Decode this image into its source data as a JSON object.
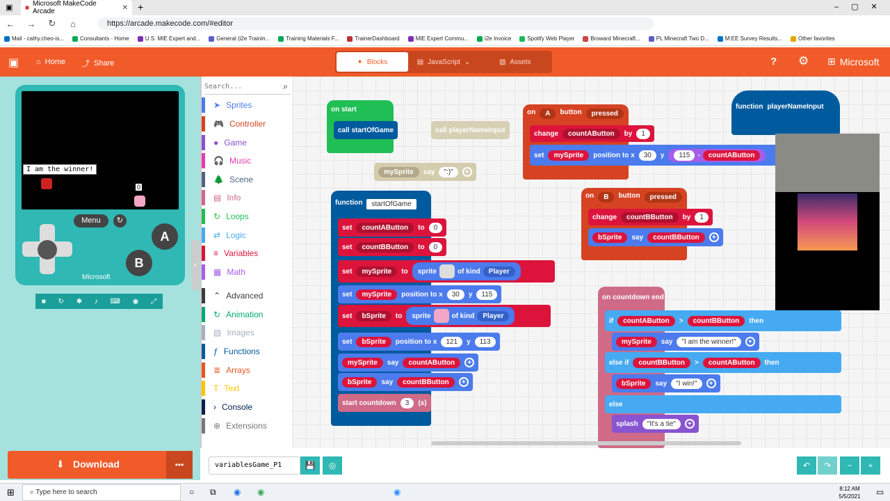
{
  "browser": {
    "tab_title": "Microsoft MakeCode Arcade",
    "url": "https://arcade.makecode.com/#editor",
    "bookmarks": [
      "Mail - cathy.cheo-is...",
      "Consultants - Home",
      "U.S. MIE Expert and...",
      "General (i2e Trainin...",
      "Training Materials F...",
      "TrainerDashboard",
      "MIE Expert Commu...",
      "i2e Invoice",
      "Spotify Web Player",
      "Broward Minecraft...",
      "PL Minecraft Two D...",
      "M:EE Survey Results...",
      "Other favorites"
    ]
  },
  "topbar": {
    "home": "Home",
    "share": "Share",
    "brand": "Microsoft"
  },
  "modes": {
    "blocks": "Blocks",
    "javascript": "JavaScript",
    "assets": "Assets"
  },
  "simulator": {
    "say_text": "I am the winner!",
    "score": "0",
    "menu": "Menu",
    "a": "A",
    "b": "B",
    "brand": "Microsoft"
  },
  "download": {
    "label": "Download",
    "more": "•••"
  },
  "search": {
    "placeholder": "Search..."
  },
  "categories": [
    {
      "label": "Sprites",
      "color": "#4b7bec"
    },
    {
      "label": "Controller",
      "color": "#d54322"
    },
    {
      "label": "Game",
      "color": "#8854d0"
    },
    {
      "label": "Music",
      "color": "#e63cb3"
    },
    {
      "label": "Scene",
      "color": "#4b6584"
    },
    {
      "label": "Info",
      "color": "#cf6a87"
    },
    {
      "label": "Loops",
      "color": "#20bf55"
    },
    {
      "label": "Logic",
      "color": "#45aaf2"
    },
    {
      "label": "Variables",
      "color": "#dc143c"
    },
    {
      "label": "Math",
      "color": "#a55eea"
    },
    {
      "label": "Advanced",
      "color": "#3c3c3c"
    },
    {
      "label": "Animation",
      "color": "#03aa74"
    },
    {
      "label": "Images",
      "color": "#a5b1c2"
    },
    {
      "label": "Functions",
      "color": "#005a9e"
    },
    {
      "label": "Arrays",
      "color": "#e65722"
    },
    {
      "label": "Text",
      "color": "#ffc300"
    },
    {
      "label": "Console",
      "color": "#002050"
    },
    {
      "label": "Extensions",
      "color": "#777777"
    }
  ],
  "blocks": {
    "on_start": "on start",
    "call_start": "call startOfGame",
    "call_input": "call playerNameInput",
    "my_sprite": "mySprite",
    "say": "say",
    "smile": "\":)\"",
    "function": "function",
    "start_of_game": "startOfGame",
    "player_name_input": "playerNameInput",
    "set": "set",
    "to": "to",
    "change": "change",
    "by": "by",
    "position": "position to x",
    "y": "y",
    "count_a": "countAButton",
    "count_b": "countBButton",
    "b_sprite": "bSprite",
    "sprite": "sprite",
    "of_kind": "of kind",
    "player": "Player",
    "zero": "0",
    "one": "1",
    "v30": "30",
    "v115": "115",
    "v121": "121",
    "v113": "113",
    "minus": "-",
    "start_countdown": "start countdown",
    "three": "3",
    "s": "(s)",
    "on_a": "on",
    "a": "A",
    "b": "B",
    "button": "button",
    "pressed": "pressed",
    "countdown_end": "on countdown end",
    "if": "if",
    "gt": ">",
    "then": "then",
    "else_if": "else if",
    "else": "else",
    "winner": "\"I am the winner!\"",
    "iwin": "\"I win!\"",
    "splash": "splash",
    "tie": "\"It's a tie\""
  },
  "project": {
    "name": "variablesGame_P1"
  },
  "taskbar": {
    "search": "Type here to search",
    "time": "8:12 AM",
    "date": "5/5/2021"
  }
}
